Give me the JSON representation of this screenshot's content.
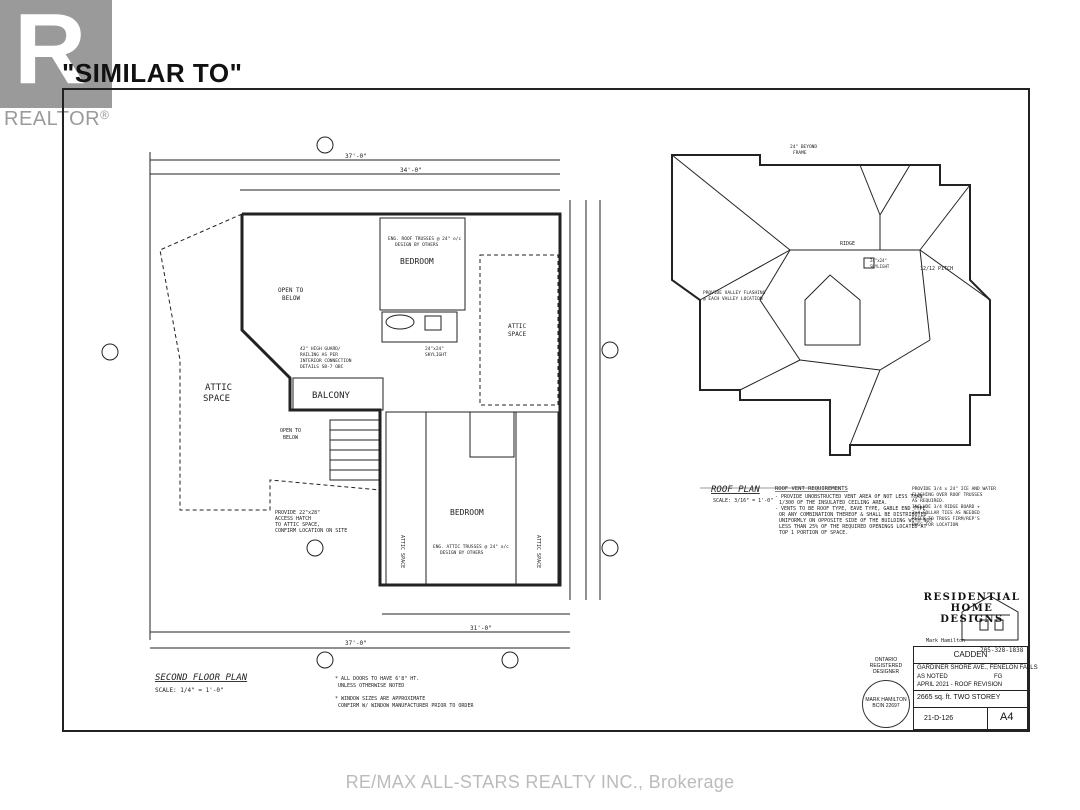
{
  "logo": {
    "letter": "R",
    "word": "REALTOR",
    "mark": "®"
  },
  "title": "\"SIMILAR TO\"",
  "floor": {
    "attic_space": "ATTIC\nSPACE",
    "balcony": "BALCONY",
    "bedroom_top": "BEDROOM",
    "bedroom_bottom": "BEDROOM",
    "open_to_below_top": "OPEN TO\nBELOW",
    "open_to_below_bottom": "OPEN TO\nBELOW",
    "attic_space_right": "ATTIC\nSPACE",
    "attic_space_side_left": "ATTIC SPACE",
    "attic_space_side_right": "ATTIC SPACE",
    "plan_title": "SECOND FLOOR PLAN",
    "plan_scale": "SCALE: 1/4\" = 1'-0\"",
    "dim_total_top": "37'-0\"",
    "dim_total_bottom": "37'-0\"",
    "dim_mid_top": "34'-0\"",
    "dim_mid_bottom": "31'-0\"",
    "note_doors": "* ALL DOORS TO HAVE 6'8\" HT.\nUNLESS OTHERWISE NOTED",
    "note_windows": "* WINDOW SIZES ARE APPROXIMATE\nCONFIRM W/ WINDOW MANUFACTURER PRIOR TO ORDER",
    "note_access": "PROVIDE 22\"x28\"\nACCESS HATCH\nTO ATTIC SPACE,\nCONFIRM LOCATION ON SITE",
    "note_truss_top": "ENG. ROOF TRUSSES @ 24\" o/c\nDESIGN BY OTHERS",
    "note_truss_bottom": "ENG. ATTIC TRUSSES @ 24\" o/c\nDESIGN BY OTHERS",
    "note_skylight": "24\"x24\"\nSKYLIGHT",
    "note_guard": "42\" HIGH GUARD/\nRAILING AS PER\nINTERIOR CONNECTION\nDETAILS SB-7 OBC"
  },
  "roof": {
    "plan_title": "ROOF PLAN",
    "plan_scale": "SCALE: 3/16\" = 1'-0\"",
    "vent_title": "ROOF VENT REQUIREMENTS",
    "vent_text": "- PROVIDE UNOBSTRUCTED VENT AREA OF NOT LESS THAN\n1/300 OF THE INSULATED CEILING AREA.\n- VENTS TO BE ROOF TYPE, EAVE TYPE, GABLE END TYPE\nOR ANY COMBINATION THEREOF & SHALL BE DISTRIBUTED\nUNIFORMLY ON OPPOSITE SIDE OF THE BUILDING WITH NOT\nLESS THAN 25% OF THE REQUIRED OPENINGS LOCATED AT\nTOP 1 PORTION OF SPACE.",
    "ridge_note": "PROVIDE 3/4 x 24\" ICE AND WATER\nFLASHING OVER ROOF TRUSSES\nAS REQUIRED.\nINCLUDE 3/4 RIDGE BOARD +\n2x4 COLLAR TIES AS NEEDED\nREFER TO TRUSS FIRM/REP'S\nDWGS FOR LOCATION",
    "valley_note": "PROVIDE VALLEY FLASHING\n@ EACH VALLEY LOCATION",
    "beyond_note": "24\" BEYOND\nFRAME",
    "pitch_main": "12/12 PITCH",
    "skylight": "24\"x24\"\nSKYLIGHT",
    "ridge": "RIDGE"
  },
  "company": {
    "line1": "RESIDENTIAL",
    "line2": "HOME DESIGNS",
    "phone": "705-328-1838",
    "designer": "Mark Hamilton"
  },
  "titleblock": {
    "project": "CADDEN",
    "address": "GARDINER SHORE AVE., FENELON FALLS",
    "scale": "AS NOTED",
    "drawn": "FG",
    "date_row": "APRIL 2021 - ROOF REVISION",
    "size": "2665 sq. ft. TWO STOREY",
    "job": "21-D-126",
    "sheet": "A4",
    "ontario": "ONTARIO\nREGISTERED\nDESIGNER",
    "stamp_name": "MARK HAMILTON\nBCIN 22697"
  },
  "watermark": "RE/MAX ALL-STARS REALTY INC., Brokerage"
}
